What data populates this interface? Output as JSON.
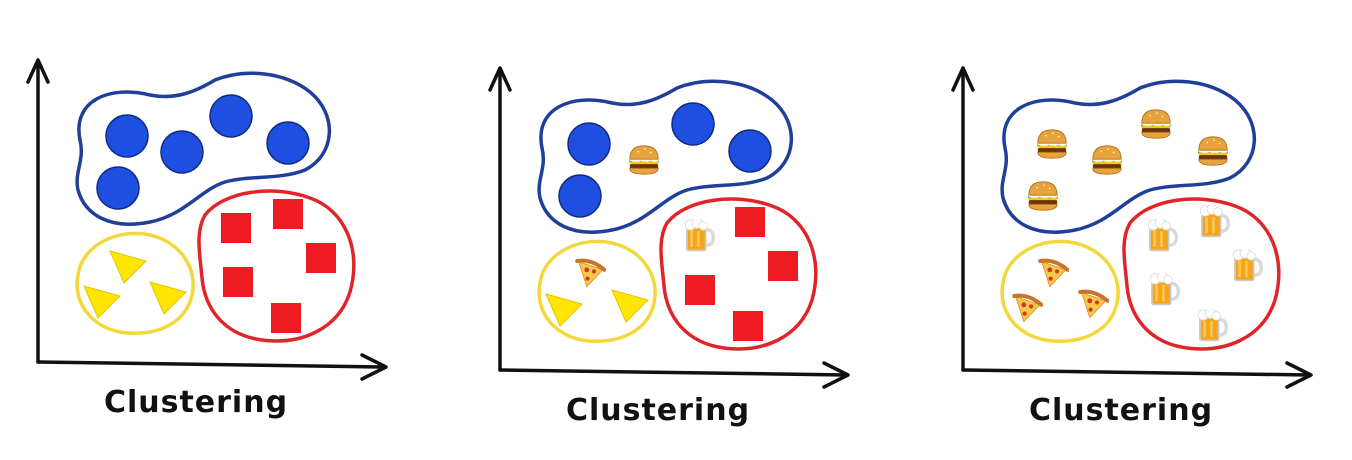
{
  "panels": [
    {
      "caption": "Clustering",
      "clusters": [
        {
          "kind": "circle",
          "items": [
            "circle",
            "circle",
            "circle",
            "circle",
            "circle"
          ]
        },
        {
          "kind": "triangle",
          "items": [
            "triangle",
            "triangle",
            "triangle"
          ]
        },
        {
          "kind": "square",
          "items": [
            "square",
            "square",
            "square",
            "square",
            "square"
          ]
        }
      ]
    },
    {
      "caption": "Clustering",
      "clusters": [
        {
          "kind": "circle",
          "items": [
            "circle",
            "burger-icon",
            "circle",
            "circle",
            "circle"
          ]
        },
        {
          "kind": "triangle",
          "items": [
            "pizza-icon",
            "triangle",
            "triangle"
          ]
        },
        {
          "kind": "square",
          "items": [
            "beer-icon",
            "square",
            "square",
            "square",
            "square"
          ]
        }
      ]
    },
    {
      "caption": "Clustering",
      "clusters": [
        {
          "kind": "circle",
          "items": [
            "burger-icon",
            "burger-icon",
            "burger-icon",
            "burger-icon",
            "burger-icon"
          ]
        },
        {
          "kind": "triangle",
          "items": [
            "pizza-icon",
            "pizza-icon",
            "pizza-icon"
          ]
        },
        {
          "kind": "square",
          "items": [
            "beer-icon",
            "beer-icon",
            "beer-icon",
            "beer-icon",
            "beer-icon"
          ]
        }
      ]
    }
  ],
  "colors": {
    "axis": "#111111",
    "blue_outline": "#1f3f99",
    "blue_fill": "#1f4fe0",
    "yellow_outline": "#f2d83a",
    "yellow_fill": "#ffe600",
    "red_outline": "#e0252a",
    "red_fill": "#ee1c22"
  }
}
